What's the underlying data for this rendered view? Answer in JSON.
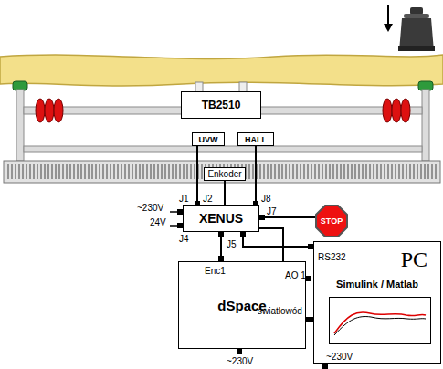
{
  "diagram": {
    "nodes": [
      {
        "text": [
          "TB2510"
        ]
      },
      {
        "text": [
          "UVW"
        ]
      },
      {
        "text": [
          "HALL"
        ]
      },
      {
        "text": [
          "Enkoder"
        ]
      },
      {
        "text": [
          "XENUS"
        ]
      },
      {
        "text": [
          "STOP"
        ]
      },
      {
        "text": [
          "dSpace"
        ]
      },
      {
        "text": [
          "PC",
          "Simulink / Matlab"
        ]
      }
    ],
    "edges": [
      {
        "from": 1,
        "to": 4,
        "arrow": "none"
      },
      {
        "from": 2,
        "to": 4,
        "arrow": "none"
      },
      {
        "from": 3,
        "to": 4,
        "arrow": "none"
      },
      {
        "from": 4,
        "to": 5,
        "arrow": "none"
      },
      {
        "from": 4,
        "to": 6,
        "arrow": "none"
      },
      {
        "from": 6,
        "to": 4,
        "arrow": "none"
      },
      {
        "from": 4,
        "to": 7,
        "arrow": "none"
      },
      {
        "from": 6,
        "to": 7,
        "arrow": "none"
      }
    ],
    "labels": [
      "J1",
      "~230V",
      "24V",
      "J4",
      "J2",
      "J8",
      "J7",
      "J5",
      "Enc1",
      "AO 1",
      "RS232",
      "światłowód",
      "~230V",
      "~230V"
    ]
  }
}
